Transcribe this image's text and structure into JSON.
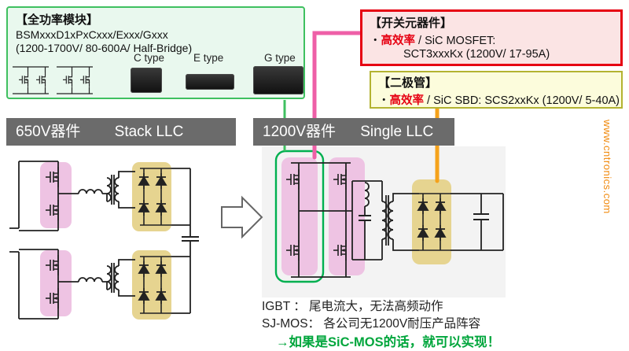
{
  "module_box": {
    "title": "【全功率模块】",
    "part_numbers": "BSMxxxD1xPxCxxx/Exxx/Gxxx",
    "spec": "(1200-1700V/ 80-600A/ Half-Bridge)",
    "type_labels": [
      "C type",
      "E type",
      "G type"
    ]
  },
  "switch_box": {
    "title": "【开关元器件】",
    "bullet": "・",
    "keyword": "高效率",
    "after_keyword": " / SiC MOSFET:",
    "part": "SCT3xxxKx (1200V/ 17-95A)"
  },
  "diode_box": {
    "title": "【二极管】",
    "bullet": "・",
    "keyword": "高效率",
    "after_keyword": " / SiC SBD: SCS2xxKx (1200V/ 5-40A)"
  },
  "left_section": {
    "device": "650V器件",
    "topology": "Stack LLC"
  },
  "right_section": {
    "device": "1200V器件",
    "topology": "Single LLC"
  },
  "notes": {
    "igbt": "IGBT ： 尾电流大，无法高频动作",
    "sjmos": "SJ-MOS： 各公司无1200V耐压产品阵容",
    "conclusion": "→如果是SiC-MOS的话，就可以实现！"
  },
  "watermark": "www.cntronics.com",
  "colors": {
    "module_border": "#3fc060",
    "switch_border": "#e60012",
    "diode_border": "#b3b331",
    "header_bg": "#6b6b6b",
    "mosfet_highlight": "#eec3e3",
    "diode_highlight": "#e6d490",
    "switch_link": "#ee5fa7",
    "diode_link": "#f5a21b",
    "module_link": "#3fc060",
    "conclusion_green": "#00a63c",
    "watermark_orange": "#f08300"
  }
}
